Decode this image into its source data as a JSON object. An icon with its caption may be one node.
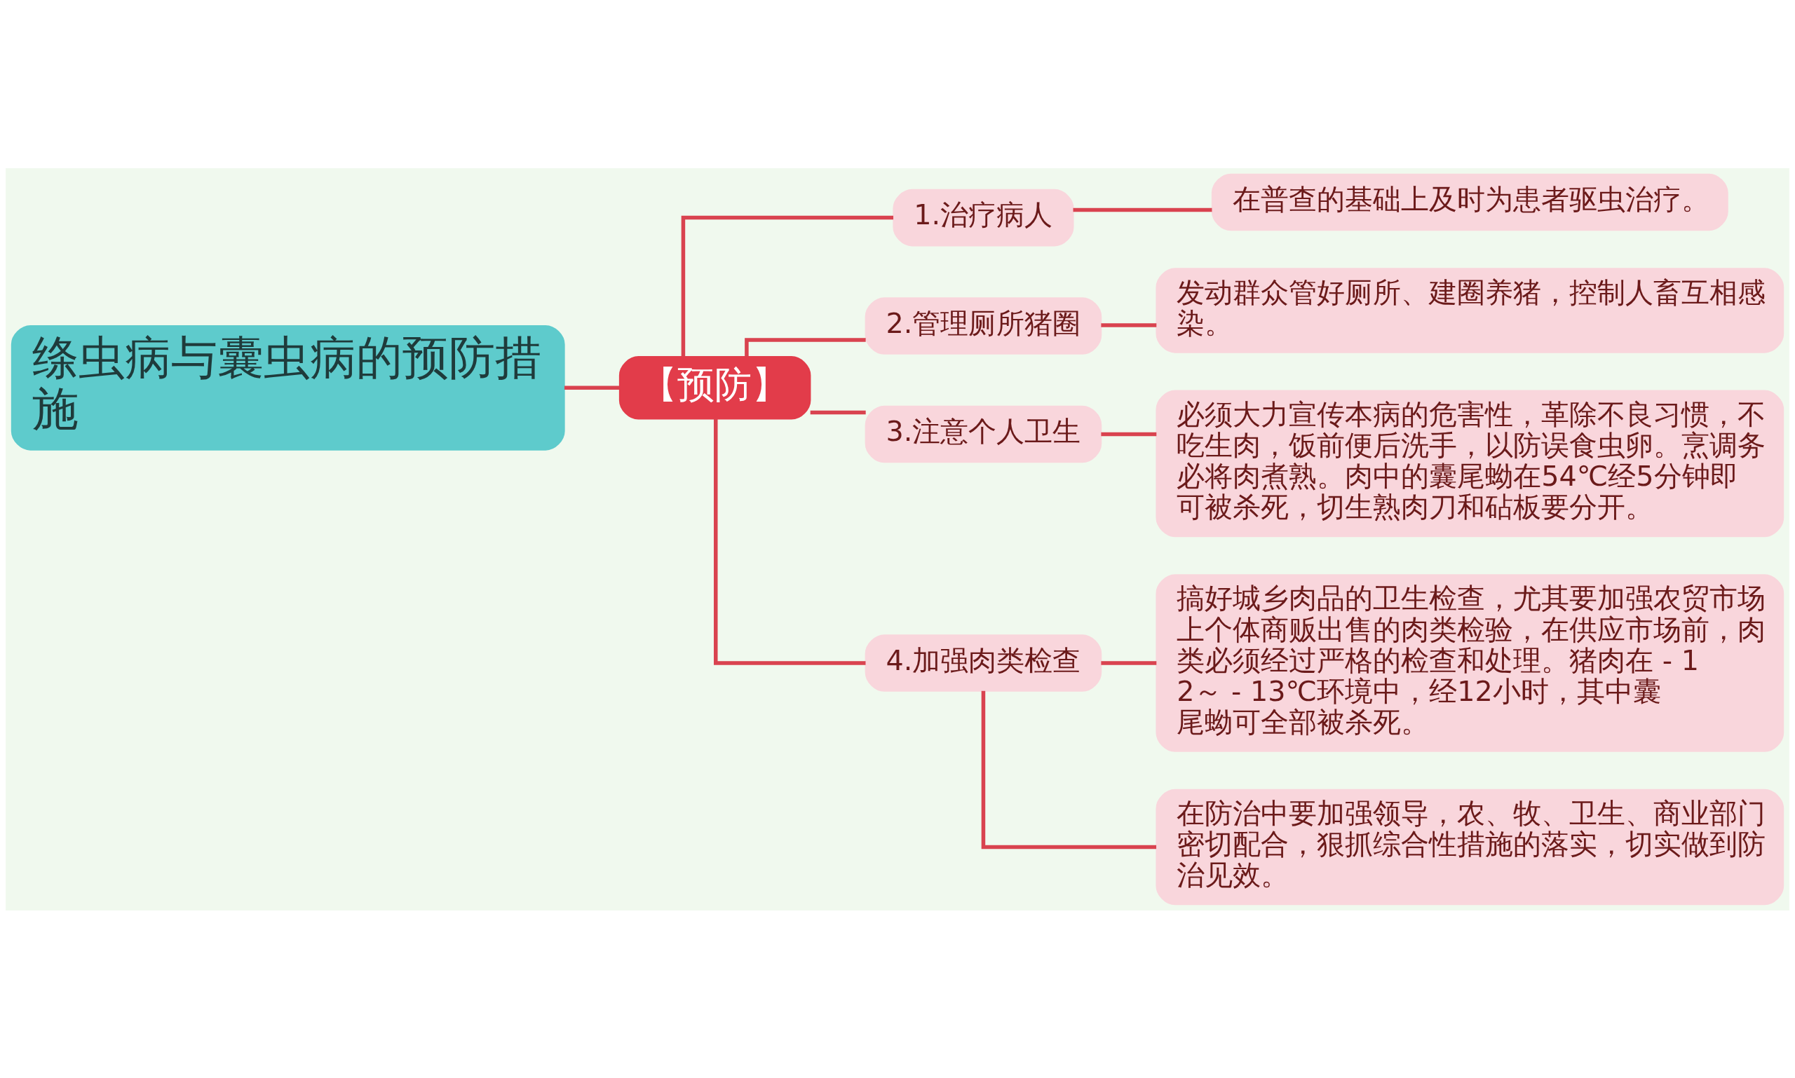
{
  "diagram": {
    "nodes": [
      {
        "text": [
          "绦虫病与囊虫病的预防措施"
        ]
      },
      {
        "text": [
          "【预防】"
        ]
      },
      {
        "text": [
          "1.治疗病人"
        ]
      },
      {
        "text": [
          "在普查的基础上及时为患者驱虫治疗。"
        ]
      },
      {
        "text": [
          "2.管理厕所猪圈"
        ]
      },
      {
        "text": [
          "发动群众管好厕所、建圈养猪，控制人畜互相感染。"
        ]
      },
      {
        "text": [
          "3.注意个人卫生"
        ]
      },
      {
        "text": [
          "必须大力宣传本病的危害性，革除不良习惯，不吃生肉，饭前便后洗手，以防误食虫卵。烹调务必将肉煮熟。肉中的囊尾蚴在54℃经5分钟即可被杀死，切生熟肉刀和砧板要分开。"
        ]
      },
      {
        "text": [
          "4.加强肉类检查"
        ]
      },
      {
        "text": [
          "搞好城乡肉品的卫生检查，尤其要加强农贸市场上个体商贩出售的肉类检验，在供应市场前，肉类必须经过严格的检查和处理。猪肉在 - 12～ - 13℃环境中，经12小时，其中囊尾蚴可全部被杀死。"
        ]
      },
      {
        "text": [
          "在防治中要加强领导，农、牧、卫生、商业部门密切配合，狠抓综合性措施的落实，切实做到防治见效。"
        ]
      }
    ],
    "edges": [
      {
        "from": 0,
        "to": 1,
        "arrow": "none"
      },
      {
        "from": 1,
        "to": 2,
        "arrow": "none"
      },
      {
        "from": 2,
        "to": 3,
        "arrow": "none"
      },
      {
        "from": 1,
        "to": 4,
        "arrow": "none"
      },
      {
        "from": 4,
        "to": 5,
        "arrow": "none"
      },
      {
        "from": 1,
        "to": 6,
        "arrow": "none"
      },
      {
        "from": 6,
        "to": 7,
        "arrow": "none"
      },
      {
        "from": 1,
        "to": 8,
        "arrow": "none"
      },
      {
        "from": 8,
        "to": 9,
        "arrow": "none"
      },
      {
        "from": 8,
        "to": 10,
        "arrow": "none"
      }
    ]
  }
}
